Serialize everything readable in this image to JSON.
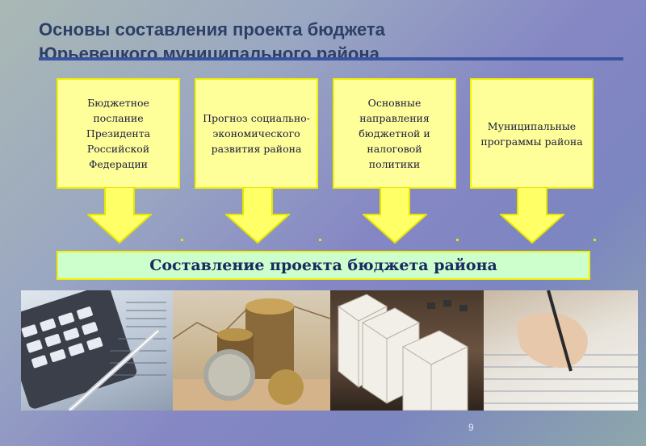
{
  "slide": {
    "title_line1": "Основы составления проекта бюджета",
    "title_line2": "Юрьевецкого муниципального района",
    "boxes": [
      "Бюджетное послание Президента Российской Федерации",
      "Прогноз социально-экономического развития района",
      "Основные направления бюджетной и налоговой политики",
      "Муниципальные программы района"
    ],
    "result": "Составление проекта бюджета района",
    "page_number": "9",
    "colors": {
      "box_fill": "#ffff99",
      "box_border": "#f2f200",
      "result_fill": "#ccffcc",
      "title_color": "#2c3f66",
      "rule_color": "#3a53a0"
    },
    "photos": [
      "calculator-photo",
      "coins-photo",
      "budget-boxes-photo",
      "writing-hand-photo"
    ]
  }
}
